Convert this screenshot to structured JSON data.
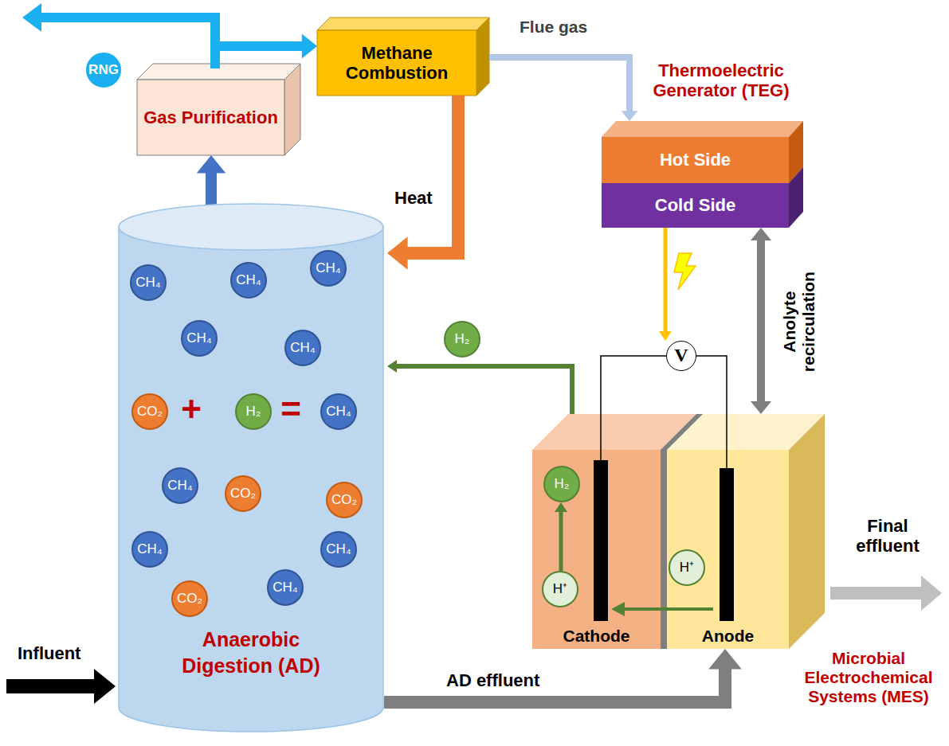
{
  "diagram": {
    "nodes": [
      {
        "text": [
          "RNG"
        ]
      },
      {
        "text": [
          "Gas Purification"
        ]
      },
      {
        "text": [
          "Methane Combustion"
        ]
      },
      {
        "text": [
          "Hot Side"
        ]
      },
      {
        "text": [
          "Cold Side"
        ]
      },
      {
        "text": [
          "Anaerobic Digestion (AD)"
        ]
      },
      {
        "text": [
          "CH₄"
        ],
        "in": 5
      },
      {
        "text": [
          "CH₄"
        ],
        "in": 5
      },
      {
        "text": [
          "CH₄"
        ],
        "in": 5
      },
      {
        "text": [
          "CH₄"
        ],
        "in": 5
      },
      {
        "text": [
          "CH₄"
        ],
        "in": 5
      },
      {
        "text": [
          "CO₂"
        ],
        "in": 5
      },
      {
        "text": [
          "H₂"
        ],
        "in": 5
      },
      {
        "text": [
          "CH₄"
        ],
        "in": 5
      },
      {
        "text": [
          "CH₄"
        ],
        "in": 5
      },
      {
        "text": [
          "CO₂"
        ],
        "in": 5
      },
      {
        "text": [
          "CO₂"
        ],
        "in": 5
      },
      {
        "text": [
          "CH₄"
        ],
        "in": 5
      },
      {
        "text": [
          "CH₄"
        ],
        "in": 5
      },
      {
        "text": [
          "CH₄"
        ],
        "in": 5
      },
      {
        "text": [
          "CO₂"
        ],
        "in": 5
      },
      {
        "text": [
          "H₂"
        ]
      },
      {
        "text": [
          "V"
        ]
      },
      {
        "text": [
          "Cathode"
        ]
      },
      {
        "text": [
          "H₂"
        ],
        "in": 23
      },
      {
        "text": [
          "H⁺"
        ],
        "in": 23
      },
      {
        "text": [
          "Anode"
        ]
      },
      {
        "text": [
          "H⁺"
        ],
        "in": 26
      }
    ],
    "edges": [
      {
        "from": 5,
        "to": 1,
        "arrow": "to"
      },
      {
        "from": 1,
        "to": 2,
        "arrow": "to"
      },
      {
        "from": 2,
        "to": 5,
        "label": "Heat",
        "arrow": "to"
      },
      {
        "from": 2,
        "to": 3,
        "label": "Flue gas",
        "arrow": "to"
      },
      {
        "from": 4,
        "to": 22,
        "arrow": "to"
      },
      {
        "from": 4,
        "to": 26,
        "label": "Anolyte recirculation",
        "arrow": "both"
      },
      {
        "from": 5,
        "to": 26,
        "label": "AD effluent",
        "arrow": "to"
      },
      {
        "from": 23,
        "to": 5,
        "arrow": "to"
      },
      {
        "from": 25,
        "to": 24,
        "arrow": "to"
      }
    ],
    "labels": [
      "Thermoelectric Generator (TEG)",
      "+",
      "=",
      "Influent",
      "Final effluent",
      "Microbial Electrochemical Systems (MES)"
    ]
  }
}
